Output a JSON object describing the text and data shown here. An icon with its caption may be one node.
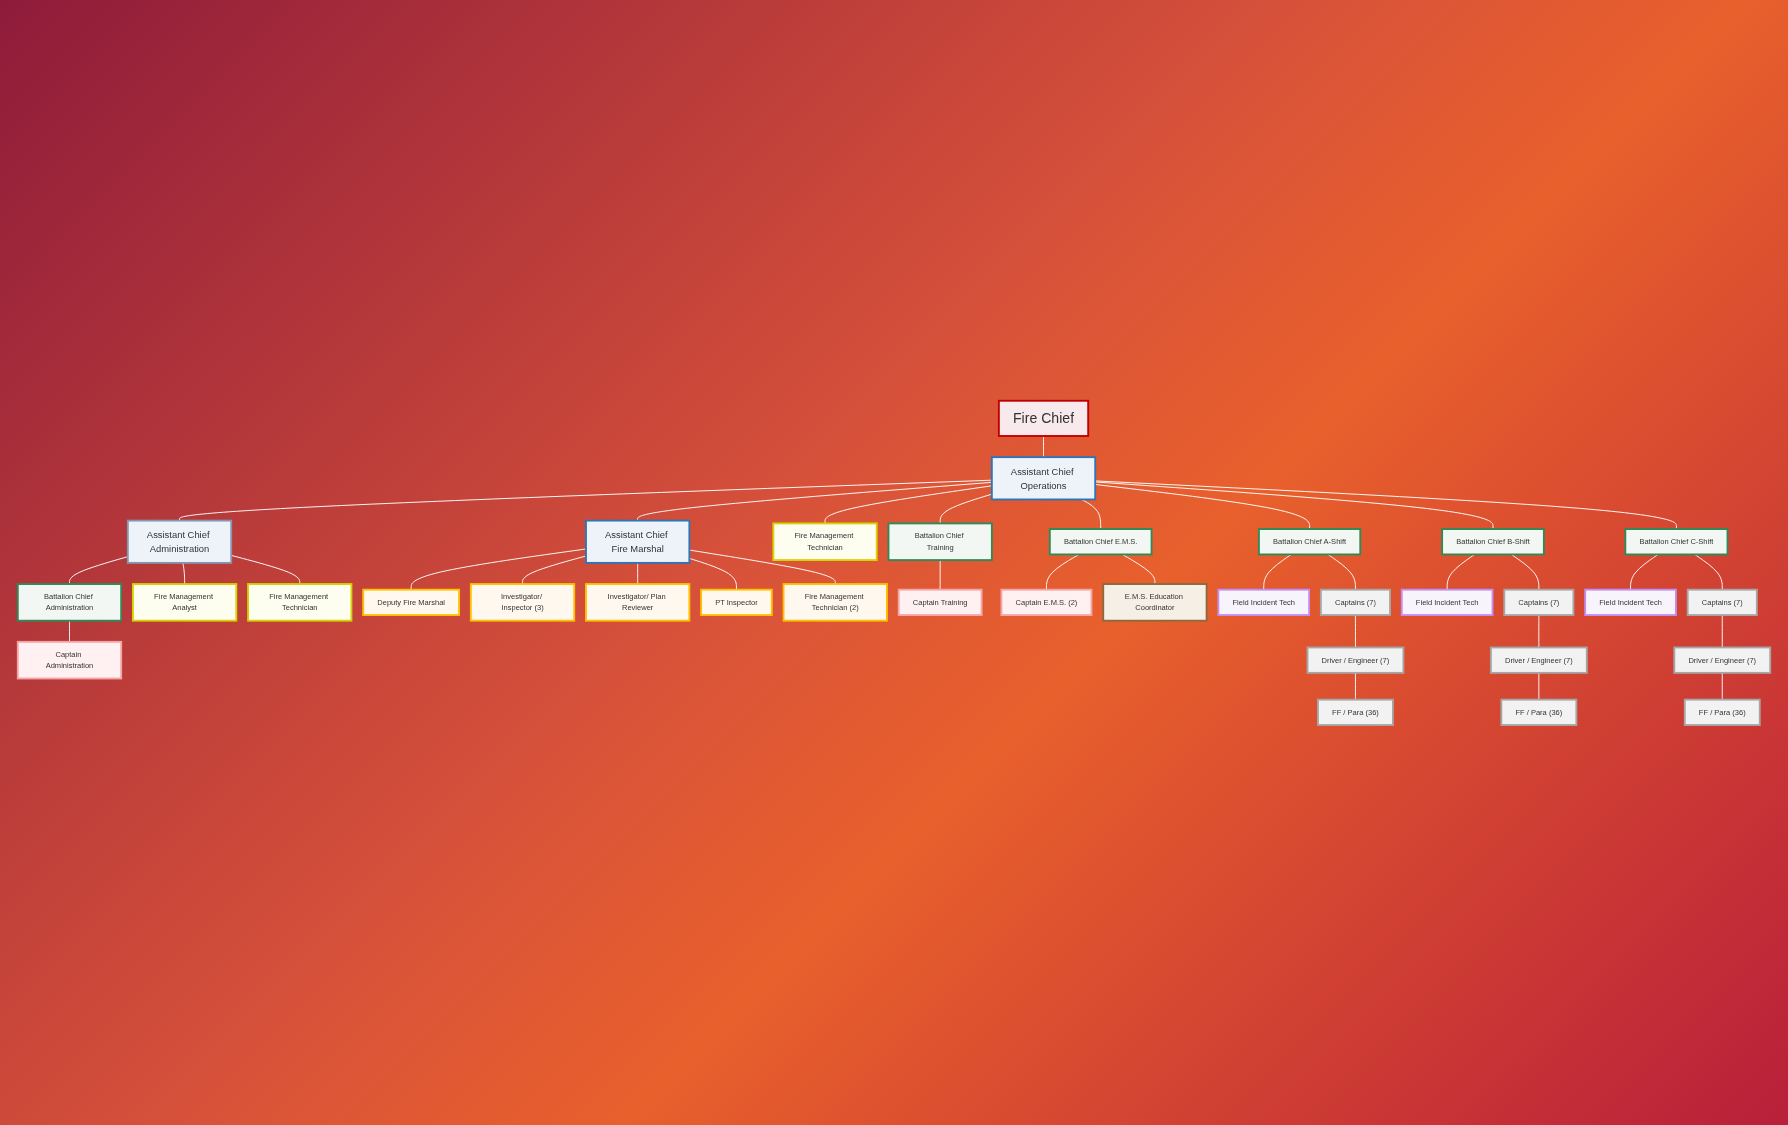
{
  "diagram": {
    "nodes": [
      {
        "text": [
          "Fire Chief"
        ]
      },
      {
        "text": [
          "Assistant Chief Administration"
        ]
      },
      {
        "text": [
          "Assistant Chief Operations"
        ]
      },
      {
        "text": [
          "Assistant Chief Fire Marshal"
        ]
      },
      {
        "text": [
          "Fire Management Technician"
        ]
      },
      {
        "text": [
          "Battalion Chief Administration"
        ]
      },
      {
        "text": [
          "Battalion Chief Training"
        ]
      },
      {
        "text": [
          "Battalion Chief E.M.S."
        ]
      },
      {
        "text": [
          "Battalion Chief A-Shift"
        ]
      },
      {
        "text": [
          "Battalion Chief B-Shift"
        ]
      },
      {
        "text": [
          "Battalion Chief C-Shift"
        ]
      },
      {
        "text": [
          "Deputy Fire Marshal"
        ]
      },
      {
        "text": [
          "Captain Administration"
        ]
      },
      {
        "text": [
          "Captain Training"
        ]
      },
      {
        "text": [
          "Captain E.M.S. (2)"
        ]
      },
      {
        "text": [
          "Field Incident Tech"
        ]
      },
      {
        "text": [
          "Field Incident Tech"
        ]
      },
      {
        "text": [
          "Field Incident Tech"
        ]
      },
      {
        "text": [
          "Investigator/ Inspector (3)"
        ]
      },
      {
        "text": [
          "Fire Management Analyst"
        ]
      },
      {
        "text": [
          "Captains (7)"
        ]
      },
      {
        "text": [
          "Captains (7)"
        ]
      },
      {
        "text": [
          "Captains (7)"
        ]
      },
      {
        "text": [
          "Investigator/ Plan Reviewer"
        ]
      },
      {
        "text": [
          "E.M.S. Education Coordinator"
        ]
      },
      {
        "text": [
          "Fire Management Technician"
        ]
      },
      {
        "text": [
          "Driver / Engineer (7)"
        ]
      },
      {
        "text": [
          "Driver / Engineer (7)"
        ]
      },
      {
        "text": [
          "Driver / Engineer (7)"
        ]
      },
      {
        "text": [
          "PT Inspector"
        ]
      },
      {
        "text": [
          "FF / Para (36)"
        ]
      },
      {
        "text": [
          "FF / Para (36)"
        ]
      },
      {
        "text": [
          "FF / Para (36)"
        ]
      },
      {
        "text": [
          "Fire Management Technician (2)"
        ]
      }
    ],
    "edges": [
      {
        "from": 0,
        "to": 2,
        "arrow": "none"
      },
      {
        "from": 2,
        "to": 1,
        "arrow": "none"
      },
      {
        "from": 2,
        "to": 3,
        "arrow": "none"
      },
      {
        "from": 2,
        "to": 4,
        "arrow": "none"
      },
      {
        "from": 2,
        "to": 6,
        "arrow": "none"
      },
      {
        "from": 2,
        "to": 7,
        "arrow": "none"
      },
      {
        "from": 2,
        "to": 8,
        "arrow": "none"
      },
      {
        "from": 2,
        "to": 9,
        "arrow": "none"
      },
      {
        "from": 2,
        "to": 10,
        "arrow": "none"
      },
      {
        "from": 1,
        "to": 5,
        "arrow": "none"
      },
      {
        "from": 1,
        "to": 19,
        "arrow": "none"
      },
      {
        "from": 1,
        "to": 25,
        "arrow": "none"
      },
      {
        "from": 5,
        "to": 12,
        "arrow": "none"
      },
      {
        "from": 6,
        "to": 13,
        "arrow": "none"
      },
      {
        "from": 7,
        "to": 14,
        "arrow": "none"
      },
      {
        "from": 7,
        "to": 24,
        "arrow": "none"
      },
      {
        "from": 8,
        "to": 15,
        "arrow": "none"
      },
      {
        "from": 8,
        "to": 20,
        "arrow": "none"
      },
      {
        "from": 20,
        "to": 26,
        "arrow": "none"
      },
      {
        "from": 26,
        "to": 30,
        "arrow": "none"
      },
      {
        "from": 9,
        "to": 16,
        "arrow": "none"
      },
      {
        "from": 9,
        "to": 21,
        "arrow": "none"
      },
      {
        "from": 21,
        "to": 27,
        "arrow": "none"
      },
      {
        "from": 27,
        "to": 31,
        "arrow": "none"
      },
      {
        "from": 10,
        "to": 17,
        "arrow": "none"
      },
      {
        "from": 10,
        "to": 22,
        "arrow": "none"
      },
      {
        "from": 22,
        "to": 28,
        "arrow": "none"
      },
      {
        "from": 28,
        "to": 32,
        "arrow": "none"
      },
      {
        "from": 3,
        "to": 11,
        "arrow": "none"
      },
      {
        "from": 3,
        "to": 18,
        "arrow": "none"
      },
      {
        "from": 3,
        "to": 23,
        "arrow": "none"
      },
      {
        "from": 3,
        "to": 29,
        "arrow": "none"
      },
      {
        "from": 3,
        "to": 33,
        "arrow": "none"
      }
    ]
  }
}
